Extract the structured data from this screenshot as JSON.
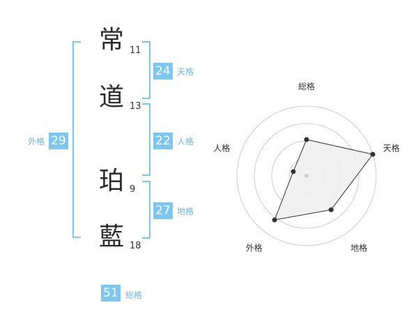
{
  "characters": [
    {
      "char": "常",
      "strokes": "11"
    },
    {
      "char": "道",
      "strokes": "13"
    },
    {
      "char": "珀",
      "strokes": "9"
    },
    {
      "char": "藍",
      "strokes": "18"
    }
  ],
  "kakusuu": {
    "tenkaku": {
      "value": "24",
      "label": "天格"
    },
    "jinkaku": {
      "value": "22",
      "label": "人格"
    },
    "chikaku": {
      "value": "27",
      "label": "地格"
    },
    "gaikaku": {
      "value": "29",
      "label": "外格"
    },
    "soukaku": {
      "value": "51",
      "label": "総格"
    }
  },
  "colors": {
    "accent": "#7cc6f2",
    "grid": "#cccccc",
    "fill": "#eeeeee",
    "point": "#333333"
  },
  "chart_data": {
    "type": "radar",
    "axes": [
      "総格",
      "天格",
      "地格",
      "外格",
      "人格"
    ],
    "values": [
      0.52,
      1.0,
      0.6,
      0.78,
      0.2
    ],
    "rings": 4
  }
}
